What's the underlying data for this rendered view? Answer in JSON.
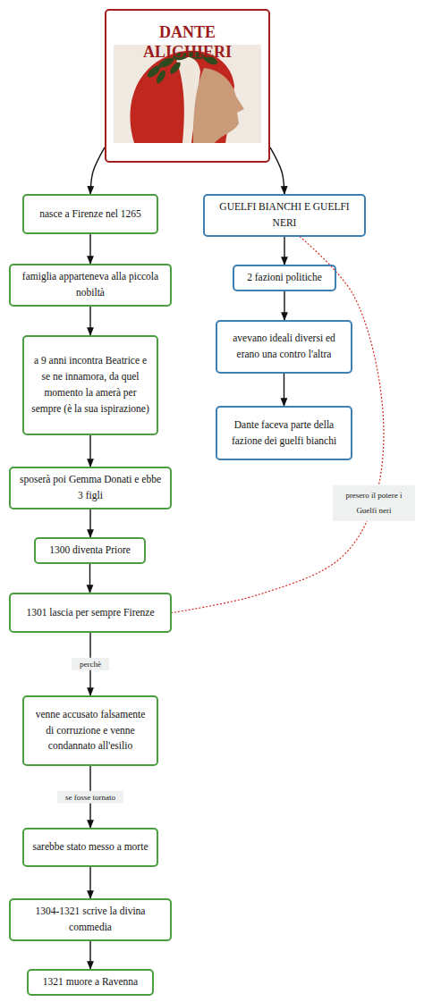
{
  "diagram": {
    "nodes": [
      {
        "text": [
          "DANTE ALIGHIERI"
        ]
      },
      {
        "text": [
          "nasce a Firenze nel 1265"
        ]
      },
      {
        "text": [
          "famiglia apparteneva alla piccola nobiltà"
        ]
      },
      {
        "text": [
          "a 9 anni incontra Beatrice e se ne innamora, da quel momento la amerà per sempre (è la sua ispirazione)"
        ]
      },
      {
        "text": [
          "sposerà poi Gemma Donati e ebbe 3 figli"
        ]
      },
      {
        "text": [
          "1300 diventa Priore"
        ]
      },
      {
        "text": [
          "1301 lascia per sempre Firenze"
        ]
      },
      {
        "text": [
          "venne accusato falsamente di corruzione e venne condannato all'esilio"
        ]
      },
      {
        "text": [
          "sarebbe stato messo a morte"
        ]
      },
      {
        "text": [
          "1304-1321 scrive la divina commedia"
        ]
      },
      {
        "text": [
          "1321 muore a Ravenna"
        ]
      },
      {
        "text": [
          "GUELFI BIANCHI E GUELFI NERI"
        ]
      },
      {
        "text": [
          "2 fazioni politiche"
        ]
      },
      {
        "text": [
          "avevano ideali diversi ed erano una contro l'altra"
        ]
      },
      {
        "text": [
          "Dante faceva parte della fazione dei guelfi bianchi"
        ]
      }
    ],
    "edges": [
      {
        "from": 0,
        "to": 1,
        "arrow": "to"
      },
      {
        "from": 0,
        "to": 11,
        "arrow": "to"
      },
      {
        "from": 1,
        "to": 2,
        "arrow": "to"
      },
      {
        "from": 2,
        "to": 3,
        "arrow": "to"
      },
      {
        "from": 3,
        "to": 4,
        "arrow": "to"
      },
      {
        "from": 4,
        "to": 5,
        "arrow": "to"
      },
      {
        "from": 5,
        "to": 6,
        "arrow": "to"
      },
      {
        "from": 6,
        "to": 7,
        "label": "perchè",
        "arrow": "to"
      },
      {
        "from": 7,
        "to": 8,
        "label": "se fosse tornato",
        "arrow": "to"
      },
      {
        "from": 8,
        "to": 9,
        "arrow": "to"
      },
      {
        "from": 9,
        "to": 10,
        "arrow": "to"
      },
      {
        "from": 11,
        "to": 12,
        "arrow": "to"
      },
      {
        "from": 12,
        "to": 13,
        "arrow": "to"
      },
      {
        "from": 13,
        "to": 14,
        "arrow": "to"
      },
      {
        "from": 11,
        "to": 6,
        "label": "presero il potere i Guelfi neri",
        "arrow": "none"
      }
    ]
  }
}
